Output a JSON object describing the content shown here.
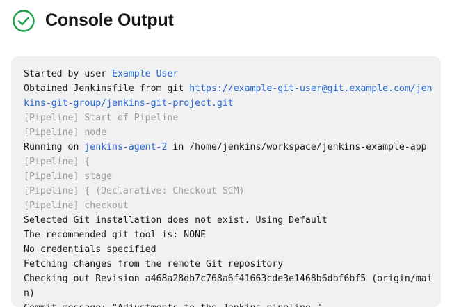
{
  "header": {
    "title": "Console Output",
    "status_icon": "check-circle-icon",
    "status_color": "#1a9e4b"
  },
  "colors": {
    "panel_background": "#f1f1f1",
    "text": "#1c1c1c",
    "muted_text": "#9b9b9b",
    "link": "#2568d4",
    "success": "#1a9e4b"
  },
  "console": {
    "lines": [
      {
        "id": "line-started-by-user",
        "style": "normal",
        "segments": [
          {
            "text": "Started by user ",
            "type": "text"
          },
          {
            "text": "Example User",
            "type": "link"
          }
        ]
      },
      {
        "id": "line-obtained-jenkinsfile",
        "style": "normal",
        "segments": [
          {
            "text": "Obtained Jenkinsfile from git ",
            "type": "text"
          },
          {
            "text": "https://example-git-user@git.example.com/jenkins-git-group/jenkins-git-project.git",
            "type": "link"
          }
        ]
      },
      {
        "id": "line-pipeline-start-of-pipeline",
        "style": "muted",
        "segments": [
          {
            "text": "[Pipeline] Start of Pipeline",
            "type": "text"
          }
        ]
      },
      {
        "id": "line-pipeline-node",
        "style": "muted",
        "segments": [
          {
            "text": "[Pipeline] node",
            "type": "text"
          }
        ]
      },
      {
        "id": "line-running-on",
        "style": "normal",
        "segments": [
          {
            "text": "Running on ",
            "type": "text"
          },
          {
            "text": "jenkins-agent-2",
            "type": "link"
          },
          {
            "text": " in /home/jenkins/workspace/jenkins-example-app",
            "type": "text"
          }
        ]
      },
      {
        "id": "line-pipeline-open-brace",
        "style": "muted",
        "segments": [
          {
            "text": "[Pipeline] {",
            "type": "text"
          }
        ]
      },
      {
        "id": "line-pipeline-stage",
        "style": "muted",
        "segments": [
          {
            "text": "[Pipeline] stage",
            "type": "text"
          }
        ]
      },
      {
        "id": "line-pipeline-declarative-checkout-scm",
        "style": "muted",
        "segments": [
          {
            "text": "[Pipeline] { (Declarative: Checkout SCM)",
            "type": "text"
          }
        ]
      },
      {
        "id": "line-pipeline-checkout",
        "style": "muted",
        "segments": [
          {
            "text": "[Pipeline] checkout",
            "type": "text"
          }
        ]
      },
      {
        "id": "line-selected-git-installation",
        "style": "normal",
        "segments": [
          {
            "text": "Selected Git installation does not exist. Using Default",
            "type": "text"
          }
        ]
      },
      {
        "id": "line-recommended-git-tool",
        "style": "normal",
        "segments": [
          {
            "text": "The recommended git tool is: NONE",
            "type": "text"
          }
        ]
      },
      {
        "id": "line-no-credentials",
        "style": "normal",
        "segments": [
          {
            "text": "No credentials specified",
            "type": "text"
          }
        ]
      },
      {
        "id": "line-fetching-changes",
        "style": "normal",
        "segments": [
          {
            "text": "Fetching changes from the remote Git repository",
            "type": "text"
          }
        ]
      },
      {
        "id": "line-checking-out-revision",
        "style": "normal",
        "segments": [
          {
            "text": "Checking out Revision a468a28db7c768a6f41663cde3e1468b6dbf6bf5 (origin/main)",
            "type": "text"
          }
        ]
      },
      {
        "id": "line-commit-message",
        "style": "normal",
        "segments": [
          {
            "text": "Commit message: \"Adjustments to the Jenkins pipeline.\"",
            "type": "text"
          }
        ]
      }
    ]
  }
}
